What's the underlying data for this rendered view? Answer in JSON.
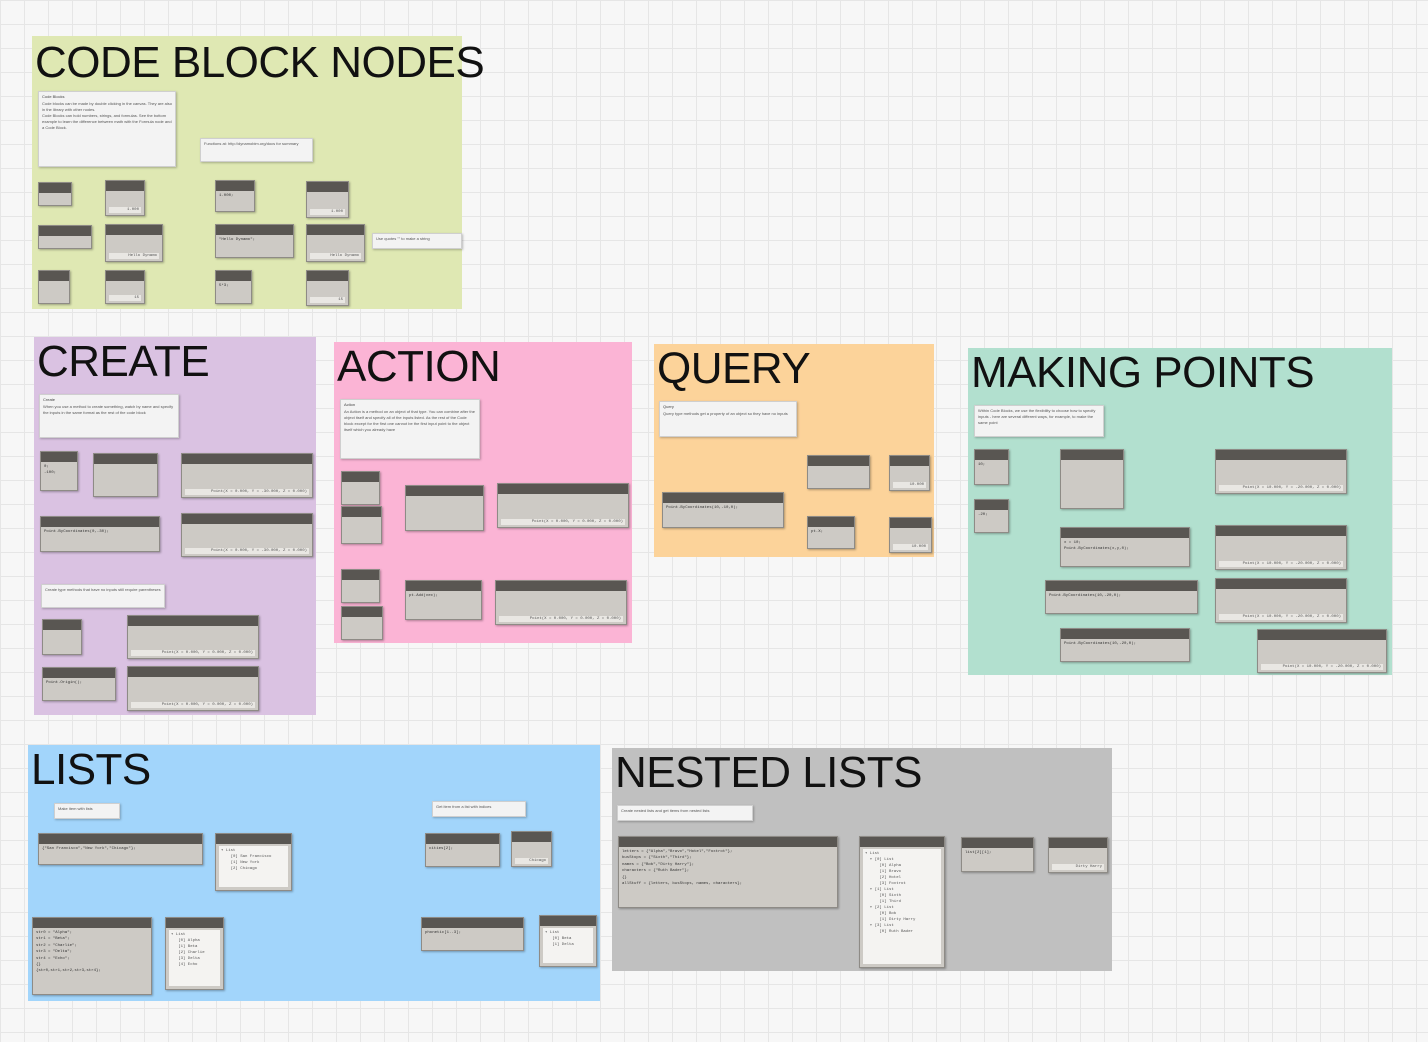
{
  "groups": {
    "code_block_nodes": {
      "title": "CODE BLOCK NODES",
      "color": "#dfe8b3"
    },
    "create": {
      "title": "CREATE",
      "color": "#dac2e2"
    },
    "action": {
      "title": "ACTION",
      "color": "#fbb4d5"
    },
    "query": {
      "title": "QUERY",
      "color": "#fcd39a"
    },
    "making_points": {
      "title": "MAKING POINTS",
      "color": "#b2e0cf"
    },
    "lists": {
      "title": "LISTS",
      "color": "#a2d5fb"
    },
    "nested_lists": {
      "title": "NESTED LISTS",
      "color": "#c0c0c0"
    }
  },
  "notes": {
    "cbn_intro_title": "Code Blocks",
    "cbn_intro_1": "Code blocks can be made by double clicking in the canvas. They are also in the library with other nodes.",
    "cbn_intro_2": "Code Blocks can hold numbers, strings, and formulas. See the bottom example to learn the difference between math with the Formula node and a Code Block.",
    "cbn_link": "Functions at: http://dynamobim.org/docs for summary",
    "cbn_string": "Use quotes \"\" to make a string",
    "create_title": "Create",
    "create_body": "When you use a method to create something, watch by name and specify the inputs in the same format as the rest of the code block",
    "create_note2": "Create type methods that have no inputs still require parentheses",
    "action_title": "Action",
    "action_body": "An Action is a method on an object of that type. You can combine after the object itself and specify all of the inputs listed. As the rest of the Code block except for the first one cannot be the first input point to the object itself which you already have",
    "query_title": "Query",
    "query_body": "Query type methods get a property of an object so they have no inputs",
    "mp_body": "Within Code Blocks, we use the flexibility to choose how to specify inputs - here are several different ways, for example, to make the same point",
    "lists_note1": "Make item with lists",
    "lists_note2": "Get item from a list with indices",
    "nested_note": "Create nested lists and get items from nested lists"
  },
  "nodes": {
    "cbn_out1": "1.000",
    "cbn_out2": "Hello Dynamo",
    "cbn_out3": "15",
    "cbn_in4": "1.000;",
    "cbn_out4": "1.000",
    "cbn_in5": "\"Hello Dynamo\";",
    "cbn_out5": "Hello Dynamo",
    "cbn_in6": "5*3;",
    "cbn_out6": "15",
    "create_a": "0;\n-100;",
    "create_out1": "Point(X = 0.000, Y = -30.000, Z = 0.000)",
    "create_b": "Point.ByCoordinates(0,-30);",
    "create_out2": "Point(X = 0.000, Y = -30.000, Z = 0.000)",
    "create_out3": "Point(X = 0.000, Y = 0.000, Z = 0.000)",
    "create_c": "Point.Origin();",
    "create_out4": "Point(X = 0.000, Y = 0.000, Z = 0.000)",
    "action_out1": "Point(X = 0.000, Y = 0.000, Z = 0.000)",
    "action_c": "pt.Add(vec);",
    "action_out2": "Point(X = 0.000, Y = 0.000, Z = 0.000)",
    "query_a": "Point.ByCoordinates(10,-10,0);",
    "query_out1": "10.000",
    "query_b": "pt.X;",
    "query_out2": "10.000",
    "mp_a": "10;",
    "mp_b": "-20;",
    "mp_c": "x = 10;\nPoint.ByCoordinates(x,y,0);",
    "mp_d": "Point.ByCoordinates(10,-20,0);",
    "mp_e": "Point.ByCoordinates(10,-20,0);",
    "mp_out": "Point(X = 10.000, Y = -20.000, Z = 0.000)",
    "lists_a": "{\"San Francisco\",\"New York\",\"Chicago\"};",
    "lists_tree1": "▾ List\n    [0] San Francisco\n    [1] New York\n    [2] Chicago",
    "lists_b": "cities[2];",
    "lists_out1": "Chicago",
    "lists_c": "str0 = \"Alpha\";\nstr1 = \"Beta\";\nstr2 = \"Charlie\";\nstr3 = \"Delta\";\nstr4 = \"Echo\";\n{}\n{str0,str1,str2,str3,str4};",
    "lists_tree2": "▾ List\n   [0] Alpha\n   [1] Beta\n   [2] Charlie\n   [3] Delta\n   [4] Echo",
    "lists_d": "phonetic[1..3];",
    "lists_tree3": "▾ List\n   [0] Beta\n   [1] Delta",
    "nested_a": "letters = {\"Alpha\",\"Bravo\",\"Hotel\",\"Foxtrot\"};\nbusStops = {\"Sixth\",\"Third\"};\nnames = {\"Bob\",\"Dirty Harry\"};\ncharacters = {\"Ruth Bader\"};\n{}\nallStuff = {letters, busStops, names, characters};",
    "nested_tree": "▾ List\n  ▾ [0] List\n      [0] Alpha\n      [1] Bravo\n      [2] Hotel\n      [3] Foxtrot\n  ▾ [1] List\n      [0] Sixth\n      [1] Third\n  ▾ [2] List\n      [0] Bob\n      [1] Dirty Harry\n  ▾ [3] List\n      [0] Ruth Bader",
    "nested_b": "list[2][1];",
    "nested_out": "Dirty Harry"
  }
}
